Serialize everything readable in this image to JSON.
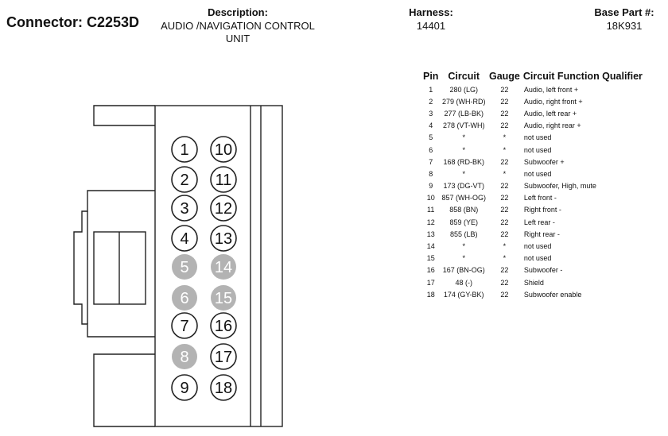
{
  "header": {
    "connector": "Connector: C2253D",
    "description_label": "Description:",
    "description_line1": "AUDIO /NAVIGATION CONTROL",
    "description_line2": "UNIT",
    "harness_label": "Harness:",
    "harness_value": "14401",
    "base_part_label": "Base Part #:",
    "base_part_value": "18K931"
  },
  "table": {
    "columns": [
      "Pin",
      "Circuit",
      "Gauge",
      "Circuit Function Qualifier"
    ],
    "rows": [
      {
        "pin": "1",
        "circuit": "280 (LG)",
        "gauge": "22",
        "function": "Audio, left front +"
      },
      {
        "pin": "2",
        "circuit": "279 (WH-RD)",
        "gauge": "22",
        "function": "Audio, right front +"
      },
      {
        "pin": "3",
        "circuit": "277 (LB-BK)",
        "gauge": "22",
        "function": "Audio, left rear +"
      },
      {
        "pin": "4",
        "circuit": "278 (VT-WH)",
        "gauge": "22",
        "function": "Audio, right rear +"
      },
      {
        "pin": "5",
        "circuit": "*",
        "gauge": "*",
        "function": "not used"
      },
      {
        "pin": "6",
        "circuit": "*",
        "gauge": "*",
        "function": "not used"
      },
      {
        "pin": "7",
        "circuit": "168 (RD-BK)",
        "gauge": "22",
        "function": "Subwoofer +"
      },
      {
        "pin": "8",
        "circuit": "*",
        "gauge": "*",
        "function": "not used"
      },
      {
        "pin": "9",
        "circuit": "173 (DG-VT)",
        "gauge": "22",
        "function": "Subwoofer, High, mute"
      },
      {
        "pin": "10",
        "circuit": "857 (WH-OG)",
        "gauge": "22",
        "function": "Left front -"
      },
      {
        "pin": "11",
        "circuit": "858 (BN)",
        "gauge": "22",
        "function": "Right front -"
      },
      {
        "pin": "12",
        "circuit": "859 (YE)",
        "gauge": "22",
        "function": "Left rear -"
      },
      {
        "pin": "13",
        "circuit": "855 (LB)",
        "gauge": "22",
        "function": "Right rear -"
      },
      {
        "pin": "14",
        "circuit": "*",
        "gauge": "*",
        "function": "not used"
      },
      {
        "pin": "15",
        "circuit": "*",
        "gauge": "*",
        "function": "not used"
      },
      {
        "pin": "16",
        "circuit": "167 (BN-OG)",
        "gauge": "22",
        "function": "Subwoofer -"
      },
      {
        "pin": "17",
        "circuit": "48 (-)",
        "gauge": "22",
        "function": "Shield"
      },
      {
        "pin": "18",
        "circuit": "174 (GY-BK)",
        "gauge": "22",
        "function": "Subwoofer enable"
      }
    ]
  },
  "connector": {
    "left_column": [
      {
        "label": "1",
        "used": true
      },
      {
        "label": "2",
        "used": true
      },
      {
        "label": "3",
        "used": true
      },
      {
        "label": "4",
        "used": true
      },
      {
        "label": "5",
        "used": false
      },
      {
        "label": "6",
        "used": false
      },
      {
        "label": "7",
        "used": true
      },
      {
        "label": "8",
        "used": false
      },
      {
        "label": "9",
        "used": true
      }
    ],
    "right_column": [
      {
        "label": "10",
        "used": true
      },
      {
        "label": "11",
        "used": true
      },
      {
        "label": "12",
        "used": true
      },
      {
        "label": "13",
        "used": true
      },
      {
        "label": "14",
        "used": false
      },
      {
        "label": "15",
        "used": false
      },
      {
        "label": "16",
        "used": true
      },
      {
        "label": "17",
        "used": true
      },
      {
        "label": "18",
        "used": true
      }
    ]
  },
  "colors": {
    "unused_pin_fill": "#b3b3b3",
    "unused_pin_text": "#ffffff",
    "line": "#222222"
  }
}
